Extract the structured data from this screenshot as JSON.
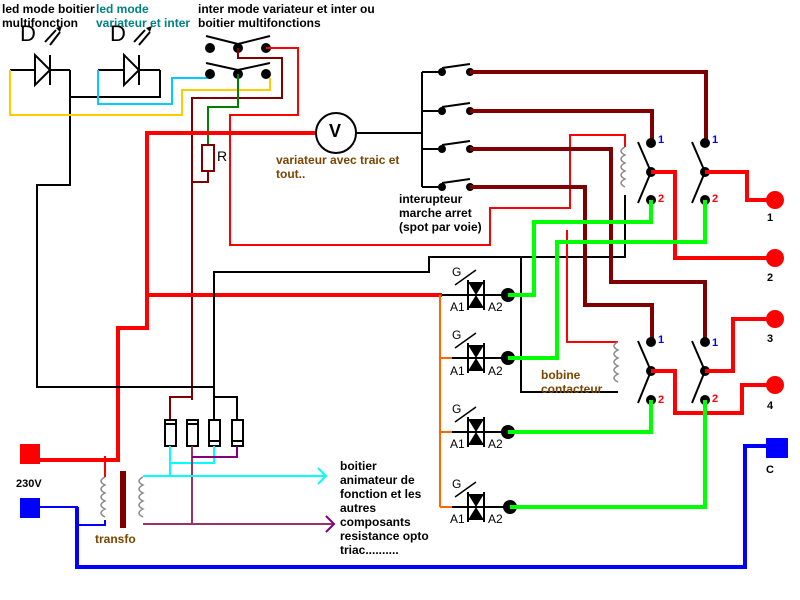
{
  "diagram": {
    "title": "Schema de branchement variateur / boitier multifonction",
    "labels": {
      "led_multi": "led mode boitier multifonction",
      "led_multi_l1": "led mode boitier",
      "led_multi_l2": "multifonction",
      "led_var_l1": "led mode",
      "led_var_l2": "variateur et inter",
      "inter_mode_l1": "inter mode variateur et inter ou",
      "inter_mode_l2": "boitier multifonctions",
      "led_symbol": "D",
      "resistor": "R",
      "voltmeter": "V",
      "variateur_l1": "variateur avec traic et",
      "variateur_l2": "tout..",
      "interrupteur_l1": "interupteur",
      "interrupteur_l2": "marche arret",
      "interrupteur_l3": "(spot par voie)",
      "bobine_l1": "bobine",
      "bobine_l2": "contacteur",
      "transfo": "transfo",
      "mains": "230V",
      "common": "C",
      "boitier_l1": "boitier",
      "boitier_l2": "animateur de",
      "boitier_l3": "fonction et les",
      "boitier_l4": "autres",
      "boitier_l5": "composants",
      "boitier_l6": "resistance opto",
      "boitier_l7": "triac..........",
      "triac_gate": "G",
      "triac_a1": "A1",
      "triac_a2": "A2",
      "contact_1": "1",
      "contact_2": "2"
    },
    "outputs": [
      "1",
      "2",
      "3",
      "4"
    ],
    "wire_colors": {
      "phase": "#ff0000",
      "neutral": "#0000ff",
      "control": "#7f0000",
      "triac_out": "#00ff00",
      "gate": "#ff6600",
      "led_yellow": "#ffcc00",
      "led_cyan": "#00ccff",
      "green": "#008000",
      "secondary_cyan": "#00ffff",
      "secondary_purple": "#993366",
      "black": "#000000"
    }
  }
}
